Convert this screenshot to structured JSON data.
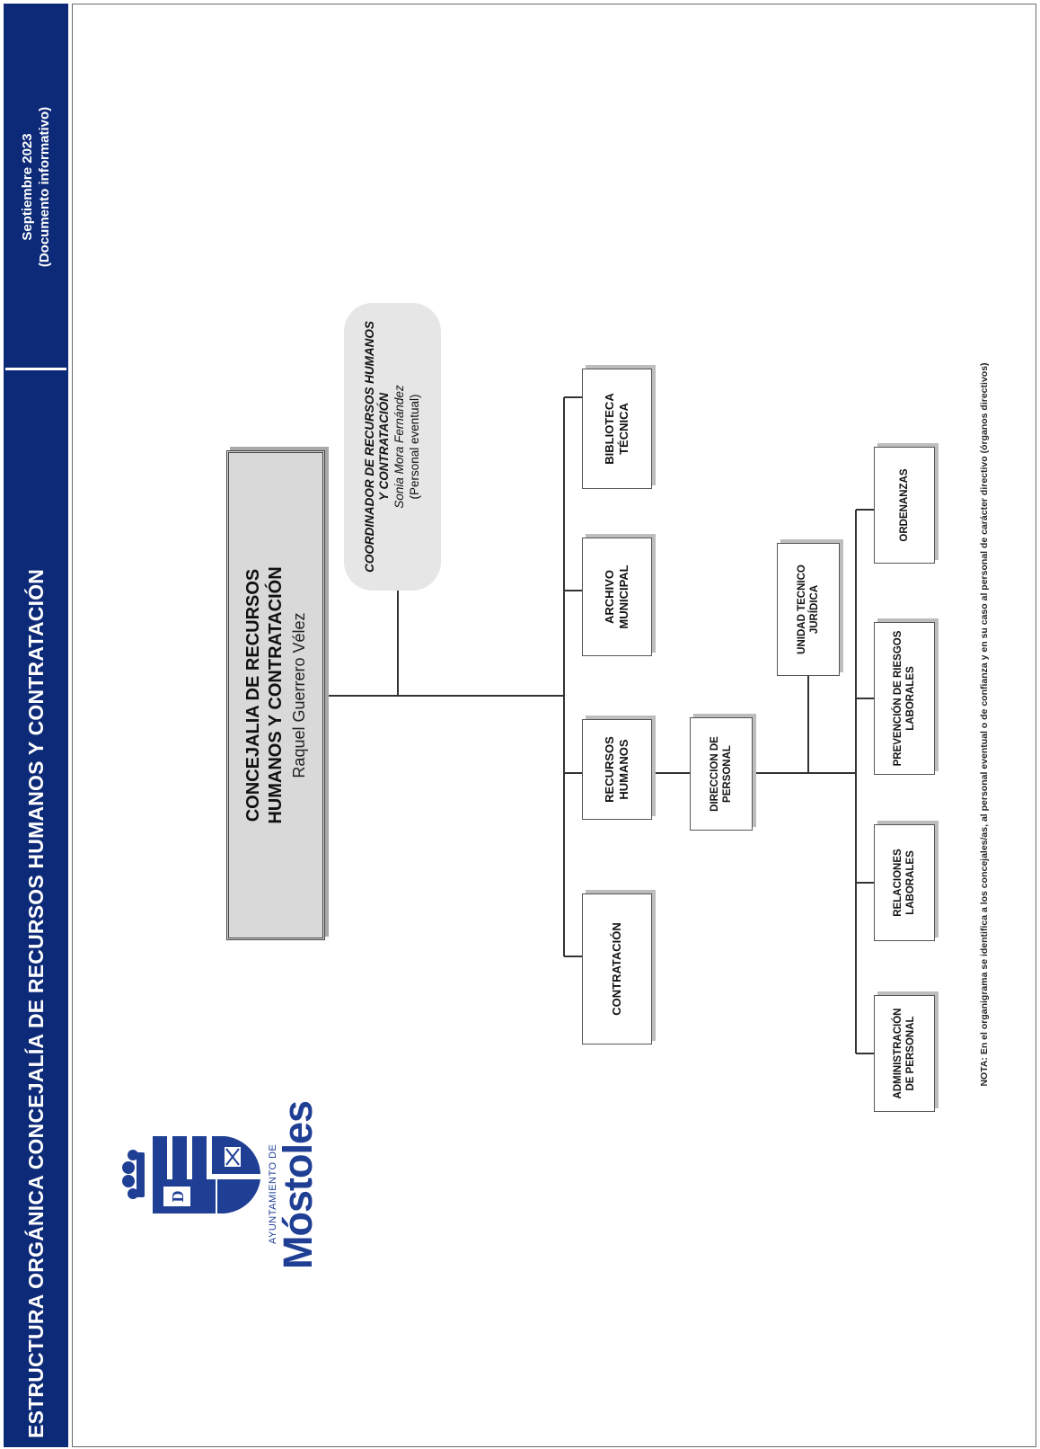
{
  "header": {
    "title": "ESTRUCTURA ORGÁNICA CONCEJALÍA DE RECURSOS HUMANOS Y CONTRATACIÓN",
    "date_line1": "Septiembre 2023",
    "date_line2": "(Documento informativo)",
    "color": "#0d2a78"
  },
  "logo": {
    "small_text": "AYUNTAMIENTO DE",
    "big_text": "Móstoles",
    "color": "#1f3f95"
  },
  "org": {
    "main": {
      "title": "CONCEJALIA DE  RECURSOS HUMANOS Y CONTRATACIÓN",
      "name": "Raquel Guerrero Vélez"
    },
    "coordinator": {
      "title": "COORDINADOR DE RECURSOS HUMANOS Y CONTRATACIÓN",
      "name": "Sonia Mora Fernández",
      "type": "(Personal eventual)"
    },
    "level2": {
      "contratacion": "CONTRATACIÓN",
      "recursos_humanos": [
        "RECURSOS",
        "HUMANOS"
      ],
      "archivo": [
        "ARCHIVO",
        "MUNICIPAL"
      ],
      "biblioteca": [
        "BIBLIOTECA",
        "TÉCNICA"
      ]
    },
    "direccion": [
      "DIRECCION DE",
      "PERSONAL"
    ],
    "unidad": [
      "UNIDAD TECNICO",
      "JURÍDICA"
    ],
    "level4": {
      "administracion": [
        "ADMINISTRACIÓN",
        "DE PERSONAL"
      ],
      "relaciones": [
        "RELACIONES",
        "LABORALES"
      ],
      "prevencion": [
        "PREVENCIÓN DE RIESGOS",
        "LABORALES"
      ],
      "ordenanzas": "ORDENANZAS"
    }
  },
  "note": "NOTA: En el organigrama se identifica a los concejales/as, al personal eventual o de confianza y en su caso al personal de carácter directivo (órganos directivos)"
}
